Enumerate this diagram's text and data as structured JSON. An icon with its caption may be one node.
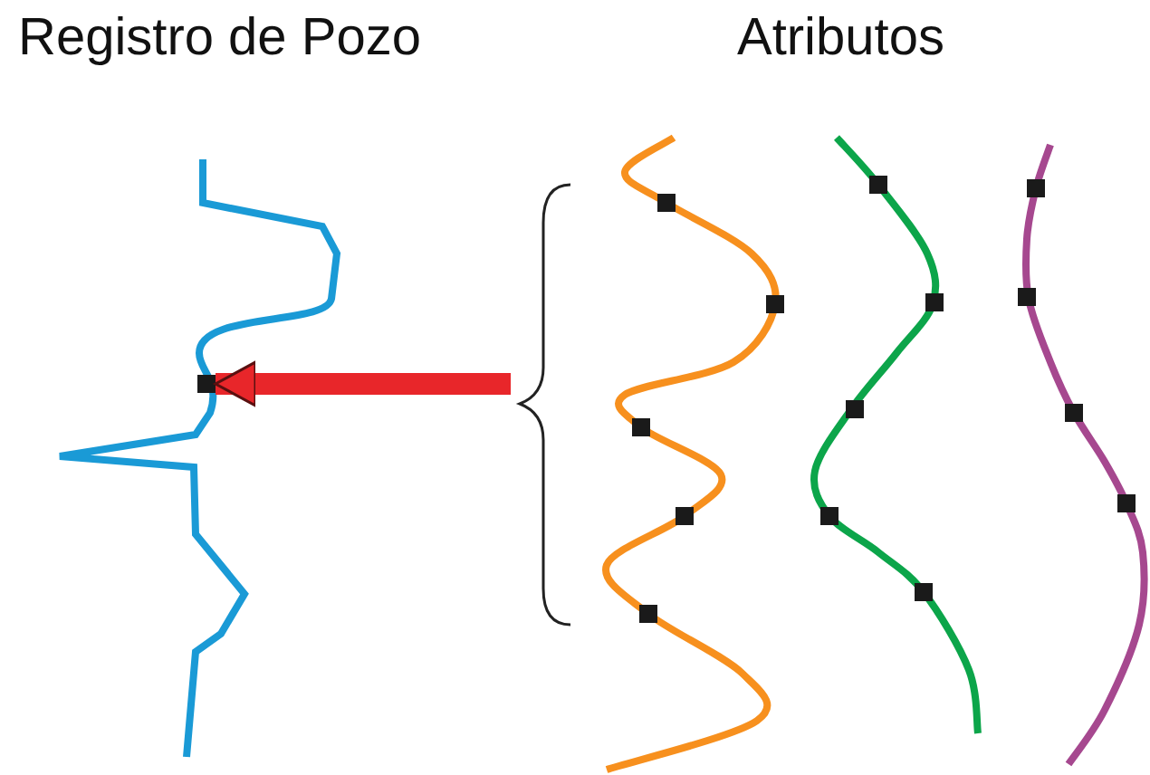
{
  "diagram": {
    "nodes": [
      {
        "text": [
          "Registro de Pozo"
        ]
      },
      {
        "text": [
          "Atributos"
        ]
      },
      {
        "text": [],
        "shape": "box",
        "in": 0
      }
    ],
    "edges": [
      {
        "from": 1,
        "to": 2,
        "arrow": "to"
      }
    ]
  }
}
